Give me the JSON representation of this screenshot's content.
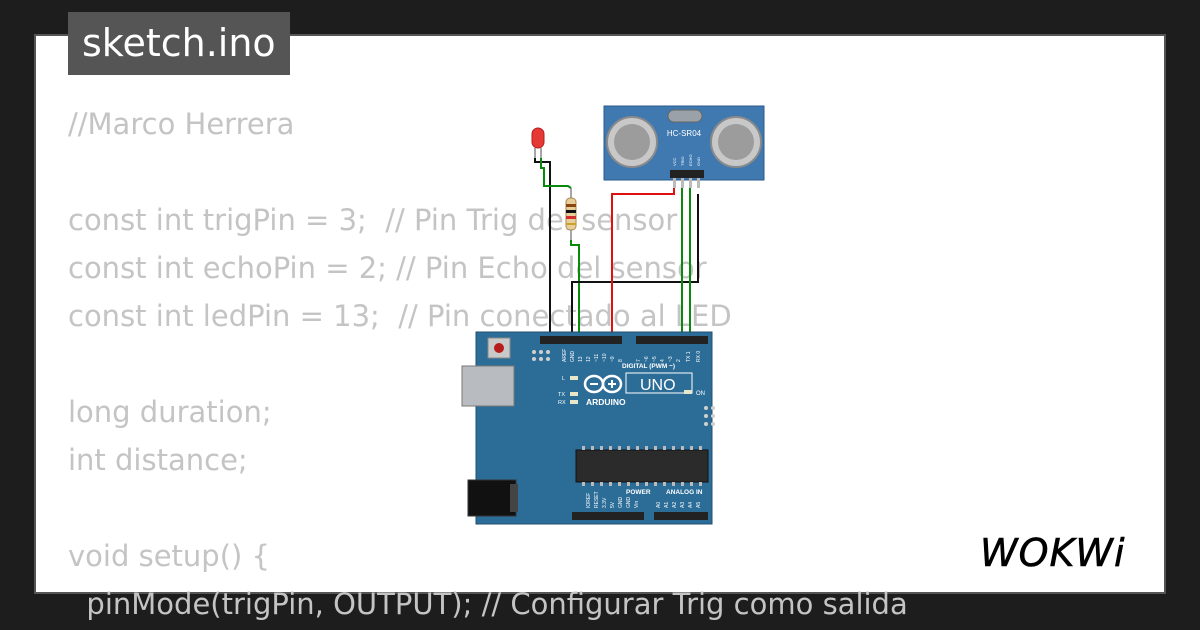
{
  "header": {
    "file_name": "sketch.ino"
  },
  "code": {
    "lines": [
      "//Marco Herrera",
      "",
      "const int trigPin = 3;  // Pin Trig del sensor",
      "const int echoPin = 2; // Pin Echo del sensor",
      "const int ledPin = 13;  // Pin conectado al LED",
      "",
      "long duration;",
      "int distance;",
      "",
      "void setup() {",
      "  pinMode(trigPin, OUTPUT); // Configurar Trig como salida"
    ]
  },
  "circuit": {
    "sensor": {
      "label": "HC-SR04",
      "pins": [
        "VCC",
        "TRIG",
        "ECHO",
        "GND"
      ]
    },
    "board": {
      "name": "UNO",
      "brand": "ARDUINO",
      "digital_label": "DIGITAL (PWM ~)",
      "digital_pins": [
        "AREF",
        "GND",
        "13",
        "12",
        "~11",
        "~10",
        "~9",
        "8",
        "7",
        "~6",
        "~5",
        "4",
        "~3",
        "2",
        "TX 1",
        "RX 0"
      ],
      "power_label": "POWER",
      "power_pins": [
        "IOREF",
        "RESET",
        "3.3V",
        "5V",
        "GND",
        "GND",
        "Vin"
      ],
      "analog_label": "ANALOG IN",
      "analog_pins": [
        "A0",
        "A1",
        "A2",
        "A3",
        "A4",
        "A5"
      ],
      "led_labels": [
        "L",
        "TX",
        "RX"
      ],
      "on_label": "ON"
    },
    "colors": {
      "board": "#2c6d98",
      "sensor": "#3f79b0",
      "wire_black": "#111111",
      "wire_green": "#0a8a0a",
      "wire_red": "#e01010",
      "led": "#e53935"
    }
  },
  "brand": {
    "logo_text": "WOKWi"
  }
}
